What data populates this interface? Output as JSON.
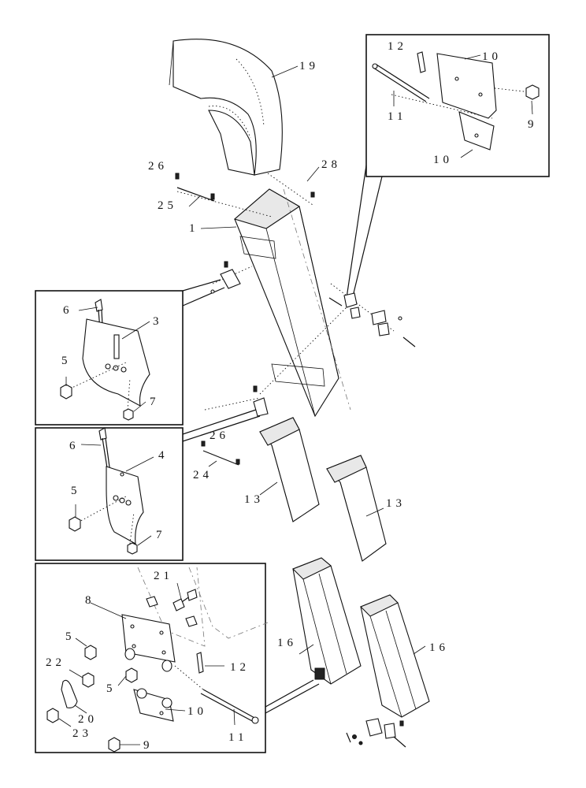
{
  "labels": {
    "p1": "1",
    "p3": "3",
    "p4": "4",
    "p5a": "5",
    "p5b": "5",
    "p5c": "5",
    "p5d": "5",
    "p6a": "6",
    "p6b": "6",
    "p7a": "7",
    "p7b": "7",
    "p8": "8",
    "p9a": "9",
    "p9b": "9",
    "p10a": "10",
    "p10b": "10",
    "p10c": "10",
    "p11a": "11",
    "p11b": "11",
    "p12a": "12",
    "p12b": "12",
    "p13a": "13",
    "p13b": "13",
    "p16a": "16",
    "p16b": "16",
    "p19": "19",
    "p20": "20",
    "p21": "21",
    "p22": "22",
    "p23": "23",
    "p24": "24",
    "p25": "25",
    "p26a": "26",
    "p26b": "26",
    "p28": "28"
  }
}
